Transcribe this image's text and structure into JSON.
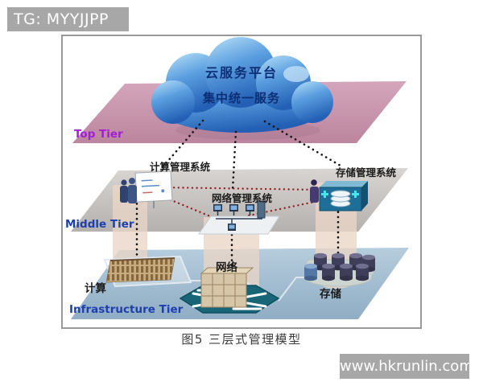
{
  "watermark_top": {
    "text": "TG: MYYJJPP"
  },
  "watermark_bottom": {
    "text": "www.hkrunlin.com"
  },
  "figure": {
    "caption": "图5 三层式管理模型",
    "cloud": {
      "title": "云服务平台",
      "subtitle": "集中统一服务"
    },
    "tiers": {
      "top": {
        "label": "Top Tier"
      },
      "middle": {
        "label": "Middle Tier"
      },
      "infrastructure": {
        "label": "Infrastructure Tier"
      }
    },
    "management_systems": {
      "compute": {
        "label": "计算管理系统"
      },
      "network": {
        "label": "网络管理系统"
      },
      "storage": {
        "label": "存储管理系统"
      }
    },
    "resources": {
      "compute": {
        "label": "计算"
      },
      "network": {
        "label": "网络"
      },
      "storage": {
        "label": "存储"
      }
    },
    "colors": {
      "top_tier": "#c795ac",
      "middle_tier": "#c6c2bf",
      "infrastructure_tier": "#a3bdd1",
      "cloud_blue": "#2f6fc0",
      "top_tier_label": "#a21fd6",
      "tier_label_blue": "#1e3fae",
      "connector_red": "#8f1d1d",
      "connector_black": "#141414",
      "column_tan": "#ead6c7",
      "watermark_gray": "#a7a7a7"
    }
  }
}
